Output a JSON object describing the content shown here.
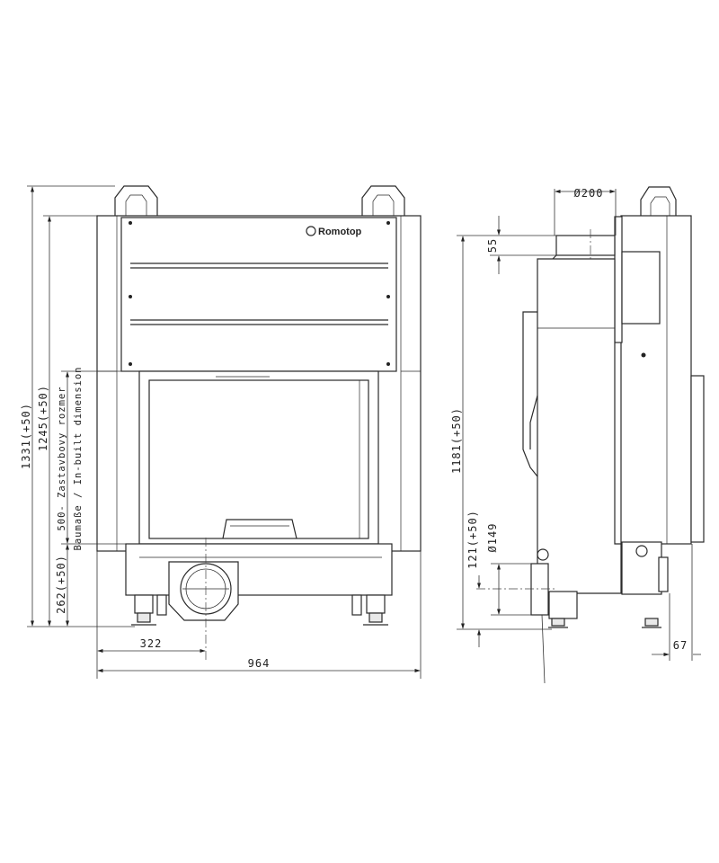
{
  "brand": {
    "logo": "Romotop"
  },
  "front_view": {
    "dims": {
      "overall_height": "1331(+50)",
      "body_height": "1245(+50)",
      "inbuilt_note_line1": "500- Zastavbovy rozmer",
      "inbuilt_note_line2": "Baumaße / In-built dimension",
      "base_height": "262(+50)",
      "flue_offset": "322",
      "width": "964"
    }
  },
  "side_view": {
    "dims": {
      "flue_diameter": "Ø200",
      "flue_collar": "55",
      "flue_height": "1181(+50)",
      "air_inlet_height": "121(+50)",
      "air_inlet_diameter": "Ø149",
      "rear_offset": "67"
    }
  }
}
